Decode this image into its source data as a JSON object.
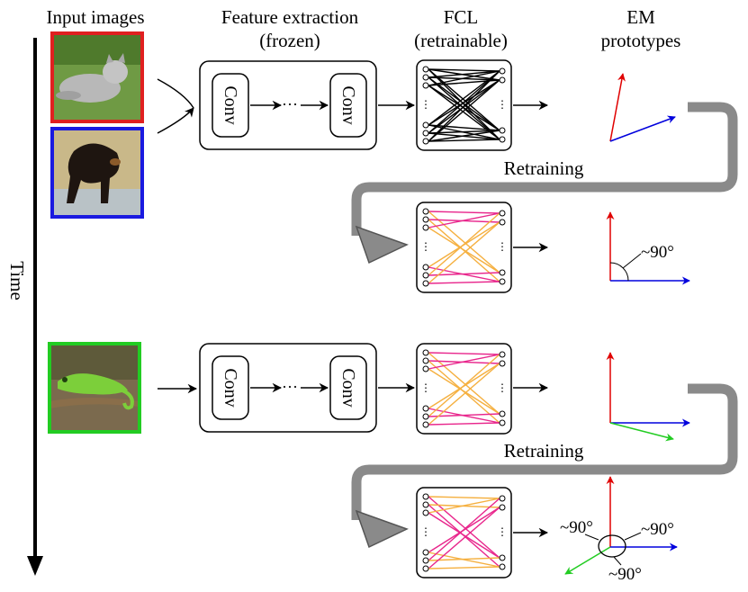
{
  "headers": {
    "input_images": "Input images",
    "feature_extraction_line1": "Feature extraction",
    "feature_extraction_line2": "(frozen)",
    "fcl_line1": "FCL",
    "fcl_line2": "(retrainable)",
    "em_line1": "EM",
    "em_line2": "prototypes"
  },
  "time_label": "Time",
  "conv_label": "Conv",
  "ellipsis": "···",
  "retraining_label": "Retraining",
  "angle_label": "~90°",
  "images": [
    {
      "name": "cat-image",
      "frame_color": "#e02020",
      "subject": "cat"
    },
    {
      "name": "dog-image",
      "frame_color": "#1a1ae0",
      "subject": "dog"
    },
    {
      "name": "chameleon-image",
      "frame_color": "#22cc22",
      "subject": "chameleon"
    }
  ],
  "colors": {
    "axis_red": "#e00000",
    "axis_blue": "#0000dd",
    "axis_green": "#22cc22",
    "fcl_black": "#000000",
    "fcl_pink": "#e8268c",
    "fcl_orange": "#f5b040",
    "retrain_arrow": "#8a8a8a"
  }
}
